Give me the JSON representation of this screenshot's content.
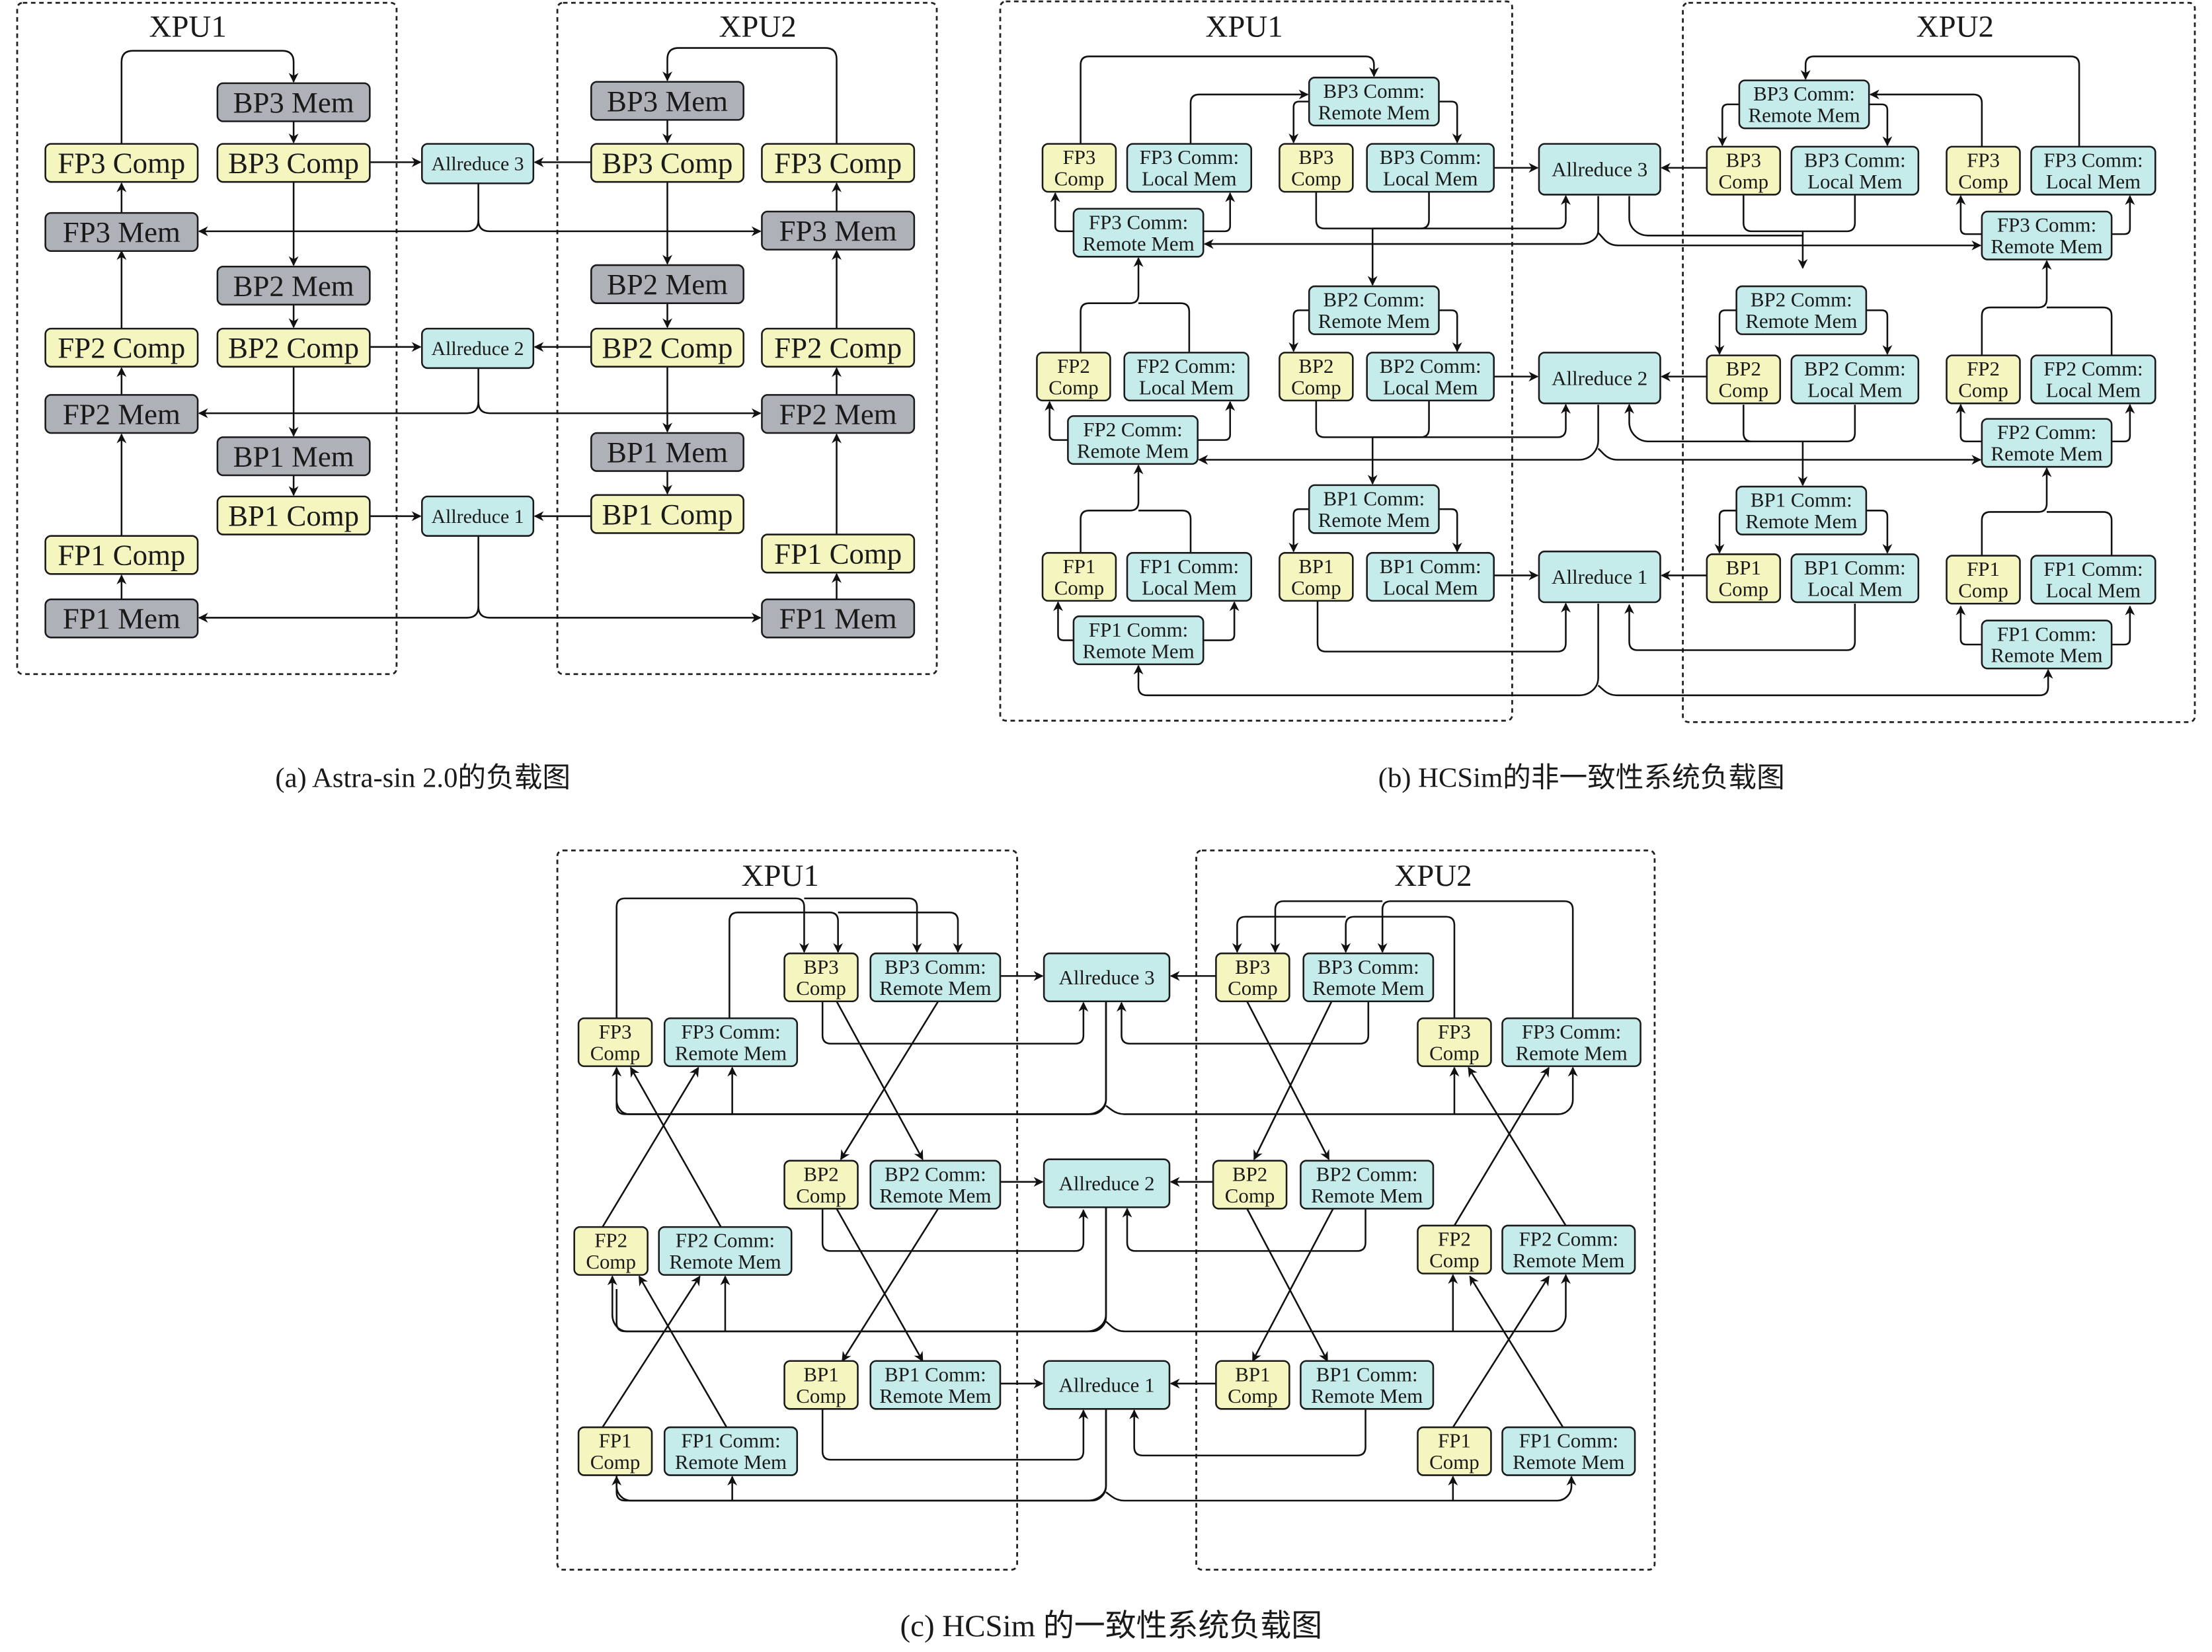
{
  "colors": {
    "comp": "#f5f6bf",
    "comm": "#c6ebeb",
    "mem": "#aeb1b7",
    "line": "#111111"
  },
  "panel_a": {
    "caption": "(a)  Astra-sin 2.0的负载图",
    "xpu1_title": "XPU1",
    "xpu2_title": "XPU2",
    "nodes": {
      "l_bp3mem": "BP3 Mem",
      "l_bp3comp": "BP3 Comp",
      "l_fp3comp": "FP3 Comp",
      "l_fp3mem": "FP3 Mem",
      "l_bp2mem": "BP2 Mem",
      "l_bp2comp": "BP2 Comp",
      "l_fp2comp": "FP2 Comp",
      "l_fp2mem": "FP2 Mem",
      "l_bp1mem": "BP1 Mem",
      "l_bp1comp": "BP1 Comp",
      "l_fp1comp": "FP1 Comp",
      "l_fp1mem": "FP1 Mem",
      "ar3": "Allreduce 3",
      "ar2": "Allreduce 2",
      "ar1": "Allreduce 1",
      "r_bp3mem": "BP3 Mem",
      "r_bp3comp": "BP3 Comp",
      "r_fp3comp": "FP3 Comp",
      "r_fp3mem": "FP3 Mem",
      "r_bp2mem": "BP2 Mem",
      "r_bp2comp": "BP2 Comp",
      "r_fp2comp": "FP2 Comp",
      "r_fp2mem": "FP2 Mem",
      "r_bp1mem": "BP1 Mem",
      "r_bp1comp": "BP1 Comp",
      "r_fp1comp": "FP1 Comp",
      "r_fp1mem": "FP1 Mem"
    }
  },
  "panel_b": {
    "caption": "(b)  HCSim的非一致性系统负载图",
    "xpu1_title": "XPU1",
    "xpu2_title": "XPU2",
    "nodes": {
      "l_bp3rm": [
        "BP3 Comm:",
        "Remote Mem"
      ],
      "l_fp3comp": [
        "FP3",
        "Comp"
      ],
      "l_fp3lm": [
        "FP3 Comm:",
        "Local Mem"
      ],
      "l_bp3comp": [
        "BP3",
        "Comp"
      ],
      "l_bp3lm": [
        "BP3 Comm:",
        "Local Mem"
      ],
      "l_fp3rm": [
        "FP3 Comm:",
        "Remote Mem"
      ],
      "l_bp2rm": [
        "BP2 Comm:",
        "Remote Mem"
      ],
      "l_fp2comp": [
        "FP2",
        "Comp"
      ],
      "l_fp2lm": [
        "FP2 Comm:",
        "Local Mem"
      ],
      "l_bp2comp": [
        "BP2",
        "Comp"
      ],
      "l_bp2lm": [
        "BP2 Comm:",
        "Local Mem"
      ],
      "l_fp2rm": [
        "FP2 Comm:",
        "Remote Mem"
      ],
      "l_bp1rm": [
        "BP1 Comm:",
        "Remote Mem"
      ],
      "l_fp1comp": [
        "FP1",
        "Comp"
      ],
      "l_fp1lm": [
        "FP1 Comm:",
        "Local Mem"
      ],
      "l_bp1comp": [
        "BP1",
        "Comp"
      ],
      "l_bp1lm": [
        "BP1 Comm:",
        "Local Mem"
      ],
      "l_fp1rm": [
        "FP1 Comm:",
        "Remote Mem"
      ],
      "ar3": [
        "Allreduce 3"
      ],
      "ar2": [
        "Allreduce 2"
      ],
      "ar1": [
        "Allreduce 1"
      ],
      "r_bp3rm": [
        "BP3 Comm:",
        "Remote Mem"
      ],
      "r_bp3comp": [
        "BP3",
        "Comp"
      ],
      "r_bp3lm": [
        "BP3 Comm:",
        "Local Mem"
      ],
      "r_fp3comp": [
        "FP3",
        "Comp"
      ],
      "r_fp3lm": [
        "FP3 Comm:",
        "Local Mem"
      ],
      "r_fp3rm": [
        "FP3 Comm:",
        "Remote Mem"
      ],
      "r_bp2rm": [
        "BP2 Comm:",
        "Remote Mem"
      ],
      "r_bp2comp": [
        "BP2",
        "Comp"
      ],
      "r_bp2lm": [
        "BP2 Comm:",
        "Local Mem"
      ],
      "r_fp2comp": [
        "FP2",
        "Comp"
      ],
      "r_fp2lm": [
        "FP2 Comm:",
        "Local Mem"
      ],
      "r_fp2rm": [
        "FP2 Comm:",
        "Remote Mem"
      ],
      "r_bp1rm": [
        "BP1 Comm:",
        "Remote Mem"
      ],
      "r_bp1comp": [
        "BP1",
        "Comp"
      ],
      "r_bp1lm": [
        "BP1 Comm:",
        "Local Mem"
      ],
      "r_fp1comp": [
        "FP1",
        "Comp"
      ],
      "r_fp1lm": [
        "FP1 Comm:",
        "Local Mem"
      ],
      "r_fp1rm": [
        "FP1 Comm:",
        "Remote Mem"
      ]
    }
  },
  "panel_c": {
    "caption": "(c)  HCSim 的一致性系统负载图",
    "xpu1_title": "XPU1",
    "xpu2_title": "XPU2",
    "nodes": {
      "l_bp3comp": [
        "BP3",
        "Comp"
      ],
      "l_bp3rm": [
        "BP3 Comm:",
        "Remote Mem"
      ],
      "l_fp3comp": [
        "FP3",
        "Comp"
      ],
      "l_fp3rm": [
        "FP3 Comm:",
        "Remote Mem"
      ],
      "l_bp2comp": [
        "BP2",
        "Comp"
      ],
      "l_bp2rm": [
        "BP2 Comm:",
        "Remote Mem"
      ],
      "l_fp2comp": [
        "FP2",
        "Comp"
      ],
      "l_fp2rm": [
        "FP2 Comm:",
        "Remote Mem"
      ],
      "l_bp1comp": [
        "BP1",
        "Comp"
      ],
      "l_bp1rm": [
        "BP1 Comm:",
        "Remote Mem"
      ],
      "l_fp1comp": [
        "FP1",
        "Comp"
      ],
      "l_fp1rm": [
        "FP1 Comm:",
        "Remote Mem"
      ],
      "ar3": [
        "Allreduce 3"
      ],
      "ar2": [
        "Allreduce 2"
      ],
      "ar1": [
        "Allreduce 1"
      ],
      "r_bp3comp": [
        "BP3",
        "Comp"
      ],
      "r_bp3rm": [
        "BP3 Comm:",
        "Remote Mem"
      ],
      "r_fp3comp": [
        "FP3",
        "Comp"
      ],
      "r_fp3rm": [
        "FP3 Comm:",
        "Remote Mem"
      ],
      "r_bp2comp": [
        "BP2",
        "Comp"
      ],
      "r_bp2rm": [
        "BP2 Comm:",
        "Remote Mem"
      ],
      "r_fp2comp": [
        "FP2",
        "Comp"
      ],
      "r_fp2rm": [
        "FP2 Comm:",
        "Remote Mem"
      ],
      "r_bp1comp": [
        "BP1",
        "Comp"
      ],
      "r_bp1rm": [
        "BP1 Comm:",
        "Remote Mem"
      ],
      "r_fp1comp": [
        "FP1",
        "Comp"
      ],
      "r_fp1rm": [
        "FP1 Comm:",
        "Remote Mem"
      ]
    }
  }
}
